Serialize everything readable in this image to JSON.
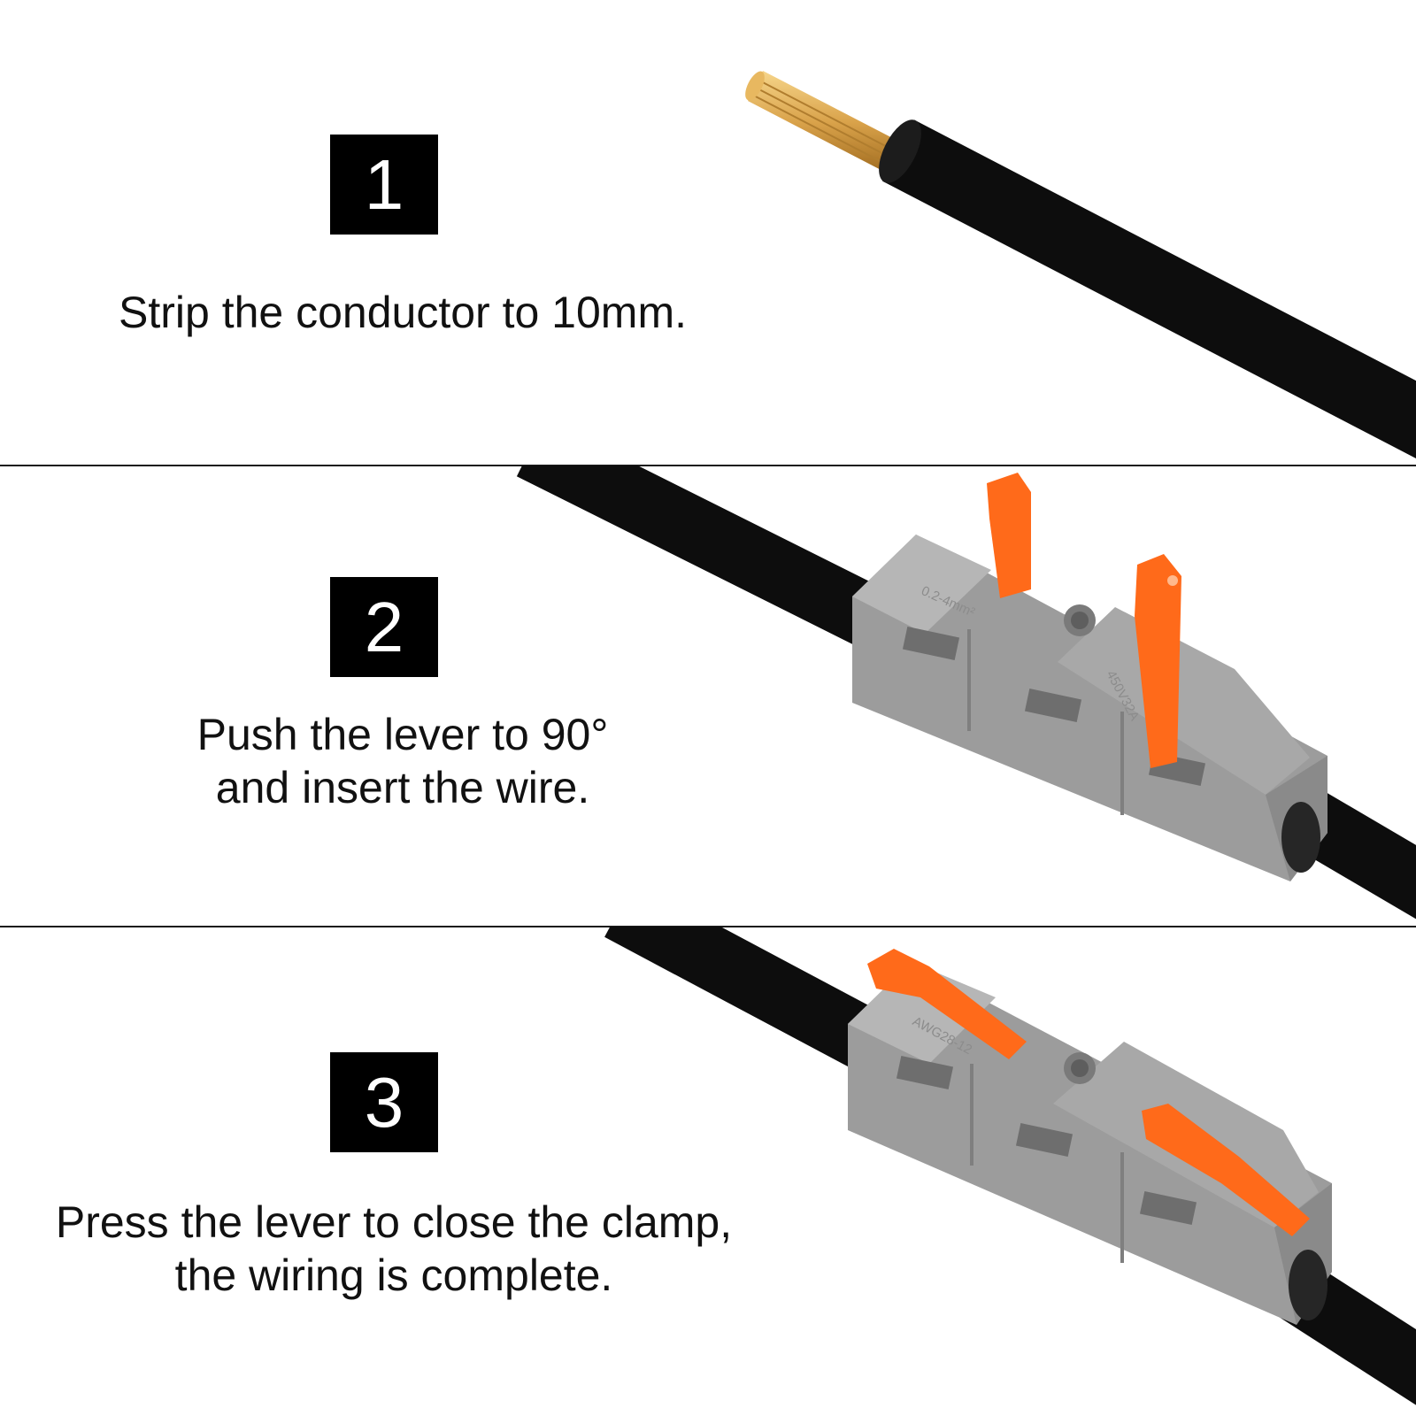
{
  "steps": [
    {
      "number": "1",
      "lines": [
        "Strip the conductor to 10mm."
      ]
    },
    {
      "number": "2",
      "lines": [
        "Push the lever to 90°",
        "and insert the wire."
      ]
    },
    {
      "number": "3",
      "lines": [
        "Press the lever to close the clamp,",
        "the wiring is complete."
      ]
    }
  ],
  "connector_markings": {
    "step2": {
      "spec": "0.2-4mm²",
      "rating": "450V32A"
    },
    "step3": {
      "spec": "AWG28-12"
    }
  },
  "colors": {
    "wire": "#0d0d0d",
    "copper": "#d9a24a",
    "connector_body": "#9e9e9e",
    "lever": "#ff6a1a",
    "badge": "#000000"
  }
}
